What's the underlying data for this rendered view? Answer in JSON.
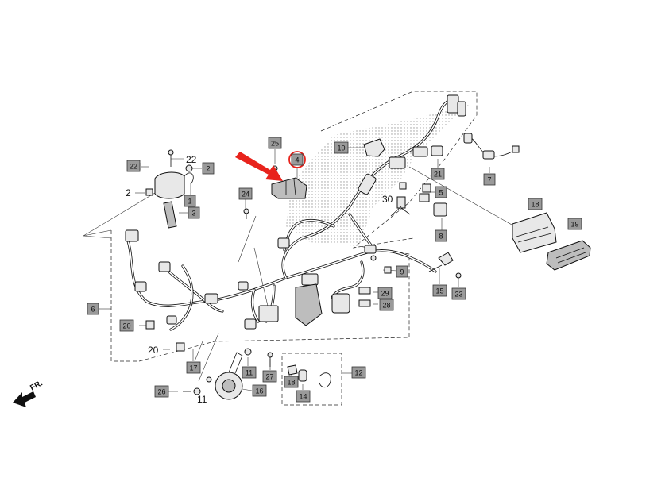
{
  "parts": {
    "tags": [
      {
        "id": "tag-22a",
        "text": "22"
      },
      {
        "id": "tag-2a",
        "text": "2"
      },
      {
        "id": "tag-1",
        "text": "1"
      },
      {
        "id": "tag-3",
        "text": "3"
      },
      {
        "id": "tag-25",
        "text": "25"
      },
      {
        "id": "tag-4",
        "text": "4"
      },
      {
        "id": "tag-24",
        "text": "24"
      },
      {
        "id": "tag-10",
        "text": "10"
      },
      {
        "id": "tag-21",
        "text": "21"
      },
      {
        "id": "tag-5",
        "text": "5"
      },
      {
        "id": "tag-8",
        "text": "8"
      },
      {
        "id": "tag-7",
        "text": "7"
      },
      {
        "id": "tag-18a",
        "text": "18"
      },
      {
        "id": "tag-19",
        "text": "19"
      },
      {
        "id": "tag-9",
        "text": "9"
      },
      {
        "id": "tag-15",
        "text": "15"
      },
      {
        "id": "tag-23",
        "text": "23"
      },
      {
        "id": "tag-29",
        "text": "29"
      },
      {
        "id": "tag-28",
        "text": "28"
      },
      {
        "id": "tag-6",
        "text": "6"
      },
      {
        "id": "tag-20",
        "text": "20"
      },
      {
        "id": "tag-17",
        "text": "17"
      },
      {
        "id": "tag-11",
        "text": "11"
      },
      {
        "id": "tag-27",
        "text": "27"
      },
      {
        "id": "tag-12",
        "text": "12"
      },
      {
        "id": "tag-26",
        "text": "26"
      },
      {
        "id": "tag-16",
        "text": "16"
      },
      {
        "id": "tag-18b",
        "text": "18"
      },
      {
        "id": "tag-14",
        "text": "14"
      }
    ],
    "plain_labels": [
      {
        "id": "label-22",
        "text": "22"
      },
      {
        "id": "label-2",
        "text": "2"
      },
      {
        "id": "label-30",
        "text": "30"
      },
      {
        "id": "label-20",
        "text": "20"
      },
      {
        "id": "label-11",
        "text": "11"
      }
    ]
  },
  "direction_indicator": {
    "text": "FR."
  },
  "highlight": {
    "color": "#e8231c",
    "part": "4"
  },
  "colors": {
    "tag_fill": "#9a9a9a",
    "line": "#111111",
    "arrow": "#e8231c"
  }
}
